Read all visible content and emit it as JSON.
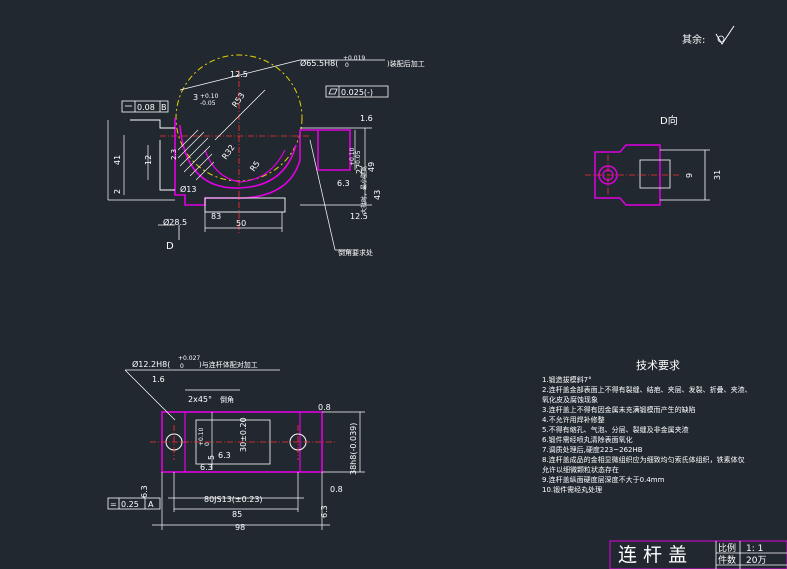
{
  "drawing": {
    "surface_roughness_note": "其余:",
    "view_label_D": "D向",
    "view_arrow_label": "D",
    "dimensions": {
      "bore": "Ø65.5H8(",
      "bore_tol_upper": "+0.019",
      "bore_tol_lower": "0",
      "bore_note": ")装配后加工",
      "parallel_tol": "0.08",
      "parallel_datum": "B",
      "flatness_tol": "0.025(-)",
      "r53": "R53",
      "r32": "R32",
      "r5": "R5",
      "r3": "3",
      "r3_tol_upper": "+0.10",
      "r3_tol_lower": "-0.05",
      "r12_5_a": "12.5",
      "r12_5_b": "12.5",
      "r6_3_a": "6.3",
      "d13": "Ø13",
      "d28_5": "Ø28.5",
      "d12": "12",
      "c83": "83",
      "len50": "50",
      "h49": "49",
      "h43": "43",
      "h41": "41",
      "h2": "2",
      "h27": "27",
      "h27_tol_upper": "+0.10",
      "h27_tol_lower": "-0.05",
      "h23": "2.3",
      "h1_6": "1.6",
      "pos_3": "3",
      "gap_note_a": "大批时，最小壁宽",
      "leader_note": "倒角要求处",
      "w31": "31",
      "hole_note": "Ø12.2H8(",
      "hole_tol_upper": "+0.027",
      "hole_tol_lower": "0",
      "hole_note_b": ")与连杆体配对加工",
      "chamfer": "2x45°",
      "chamfer_b": "倒角",
      "w80": "80JS13(±0.23)",
      "w85": "85",
      "w98": "98",
      "t25": "0.25",
      "t25_sym": "=",
      "t25_datum": "A",
      "h5": "5",
      "h5_tol_upper": "+0.10",
      "h5_tol_lower": "0",
      "h30": "30±0.20",
      "h38": "38h8(-0.039)",
      "r1_6_b": "1.6",
      "r6_3_b": "6.3",
      "r6_3_c": "6.3",
      "r0_8_a": "0.8",
      "r0_8_b": "0.8",
      "r6_3_d": "6.3",
      "w9": "9"
    },
    "tech_requirements": {
      "title": "技术要求",
      "items": [
        "1.锻造拔模斜7°",
        "2.连杆盖金部表面上不得有裂缝、结疤、夹层、发裂、折叠、夹渣、",
        "氧化皮及腐蚀现象",
        "3.连杆盖上不得有因金属未充满锻模而产生的缺陷",
        "4.不允许用焊补修整",
        "5.不得有缩孔、气泡、分层、裂缝及非金属夹渣",
        "6.锻件需经喷丸清除表面氧化",
        "7.调质处理后,硬度223~262HB",
        "8.连杆盖成品的金相显微组织应为细致均匀索氏体组织，铁素体仅",
        "允许以细微颗粒状态存在",
        "9.连杆盖纵面硬度层深度不大于0.4mm",
        "10.锻件需经丸处理"
      ]
    },
    "title_block": {
      "name": "连 杆 盖",
      "scale_label": "比例",
      "scale_value": "1: 1",
      "qty_label": "件数",
      "qty_value": "20万"
    },
    "colors": {
      "background": "#212830",
      "line": "#ffffff",
      "part": "#e000e0",
      "yellow": "#e6d200",
      "red": "#ff3030",
      "cyan": "#33d6d6"
    }
  }
}
